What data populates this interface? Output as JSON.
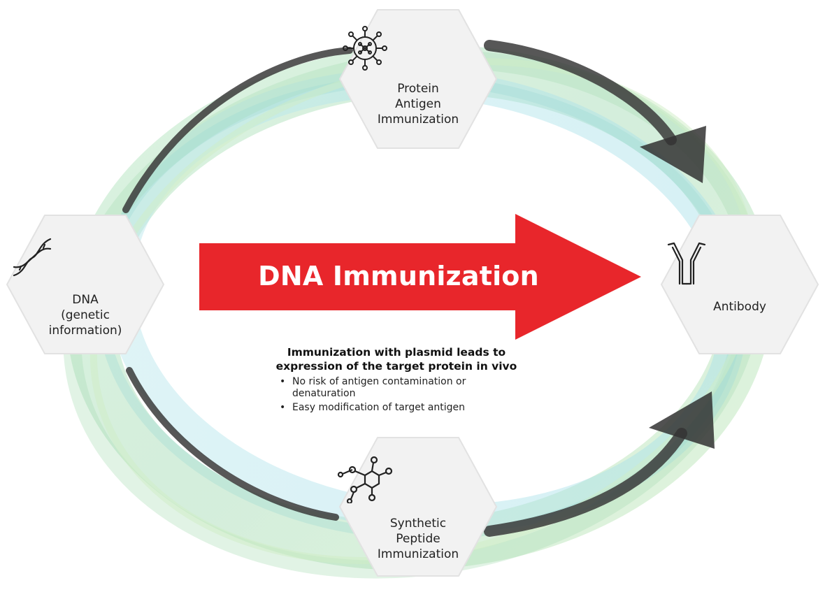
{
  "nodes": {
    "protein": {
      "label_lines": [
        "Protein",
        "Antigen",
        "Immunization"
      ],
      "icon": "virus-icon"
    },
    "dna": {
      "label_lines": [
        "DNA",
        "(genetic",
        "information)"
      ],
      "icon": "dna-helix-icon"
    },
    "antibody": {
      "label_lines": [
        "Antibody"
      ],
      "icon": "antibody-icon"
    },
    "peptide": {
      "label_lines": [
        "Synthetic",
        "Peptide",
        "Immunization"
      ],
      "icon": "molecule-icon"
    }
  },
  "main_arrow": {
    "label": "DNA Immunization",
    "color": "#e8262b"
  },
  "description": {
    "heading_lines": [
      "Immunization with plasmid leads to",
      "expression of the target protein in vivo"
    ],
    "bullet_char": "•",
    "bullets": [
      "No risk of antigen contamination or denaturation",
      "Easy modification of target antigen"
    ]
  },
  "colors": {
    "ribbon_green": "#8fd3a0",
    "ribbon_cyan": "#8fd6e0",
    "dark_arrow": "#2b2b2b",
    "hex_fill": "#f2f2f2"
  }
}
